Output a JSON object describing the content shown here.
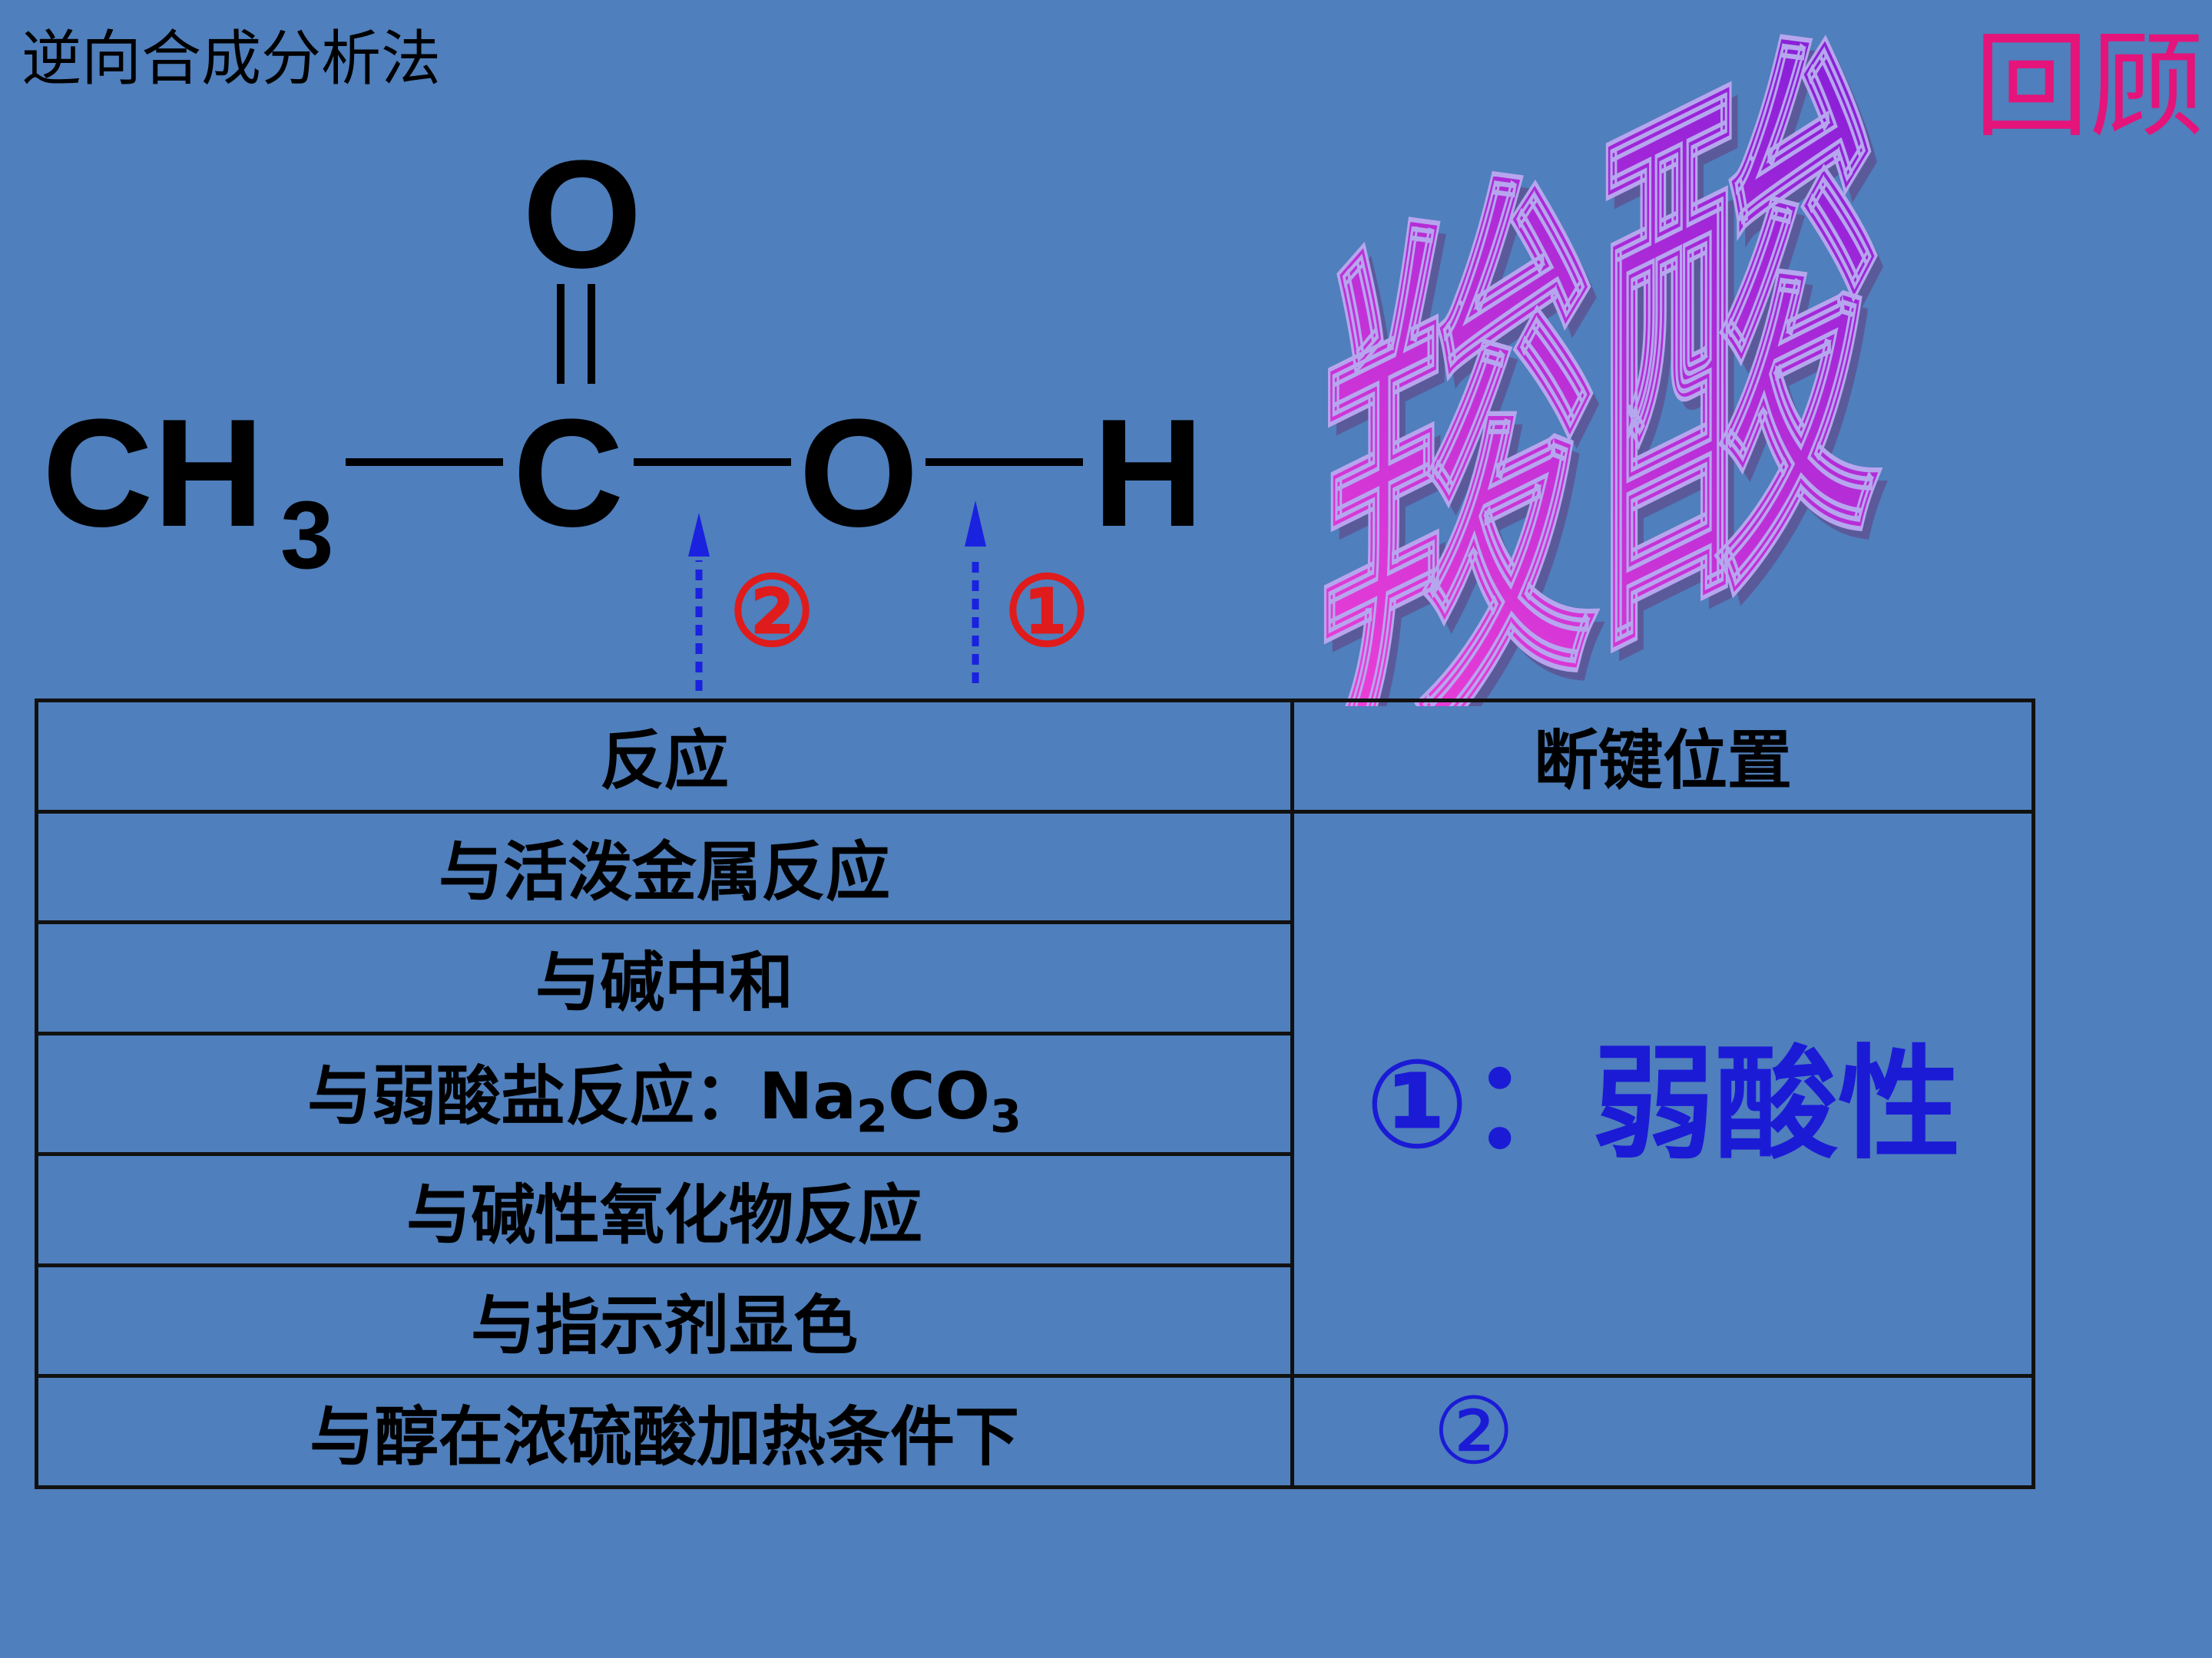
{
  "header": {
    "title": "逆向合成分析法",
    "review_label": "回顾",
    "big_title": "羧酸",
    "colors": {
      "background": "#4f7fbc",
      "review": "#e4147a",
      "big_title_gradient": [
        "#ff44d6",
        "#7a1bd8"
      ],
      "marker_red": "#e01b1b",
      "arrow_blue": "#1a22e0",
      "answer_blue": "#1b1bd6"
    }
  },
  "formula": {
    "ch3": "CH",
    "ch3_sub": "3",
    "c": "C",
    "o_top": "O",
    "o": "O",
    "h": "H",
    "marker_2": "②",
    "marker_1": "①"
  },
  "table": {
    "headers": [
      "反应",
      "断键位置"
    ],
    "rows": [
      "与活泼金属反应",
      "与碱中和",
      "与弱酸盐反应：Na",
      "与碱性氧化物反应",
      "与指示剂显色",
      "与醇在浓硫酸加热条件下"
    ],
    "na2co3": {
      "sub_2": "2",
      "co": "CO",
      "sub_3": "3"
    },
    "merged_answer": "①：弱酸性",
    "last_answer": "②"
  }
}
